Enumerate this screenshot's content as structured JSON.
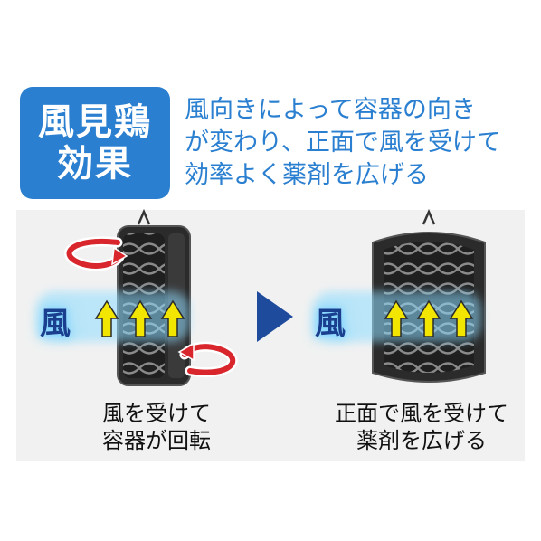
{
  "badge": {
    "line1": "風見鶏",
    "line2": "効果"
  },
  "description": {
    "line1": "風向きによって容器の向き",
    "line2": "が変わり、正面で風を受けて",
    "line3": "効率よく薬剤を広げる"
  },
  "left": {
    "wind_label": "風",
    "caption_line1": "風を受けて",
    "caption_line2": "容器が回転"
  },
  "right": {
    "wind_label": "風",
    "caption_line1": "正面で風を受けて",
    "caption_line2": "薬剤を広げる"
  },
  "colors": {
    "accent_blue": "#2a7fd0",
    "arrow_red": "#d8262c",
    "arrow_yellow": "#f2e600",
    "play_navy": "#1e4b9c"
  }
}
